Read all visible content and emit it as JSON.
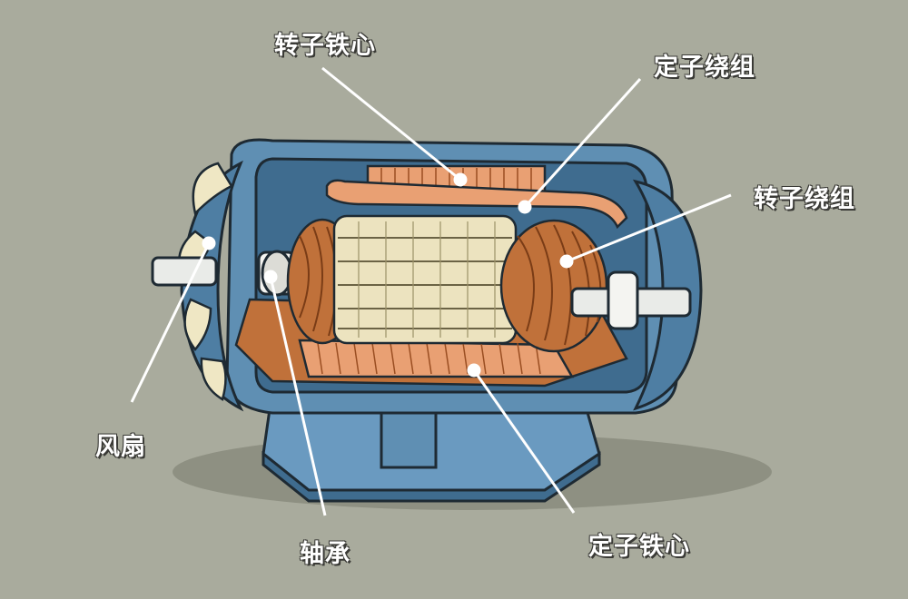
{
  "diagram": {
    "labels": {
      "rotor_core": "转子铁心",
      "stator_winding": "定子绕组",
      "rotor_winding": "转子绕组",
      "fan": "风扇",
      "bearing": "轴承",
      "stator_core": "定子铁心"
    },
    "colors": {
      "background": "#a9ab9d",
      "housing": "#5f8fb3",
      "housing_dark": "#3f6c8f",
      "copper": "#c0713a",
      "copper_light": "#e9a073",
      "rotor_core": "#ece3bf",
      "fan_blade": "#efe7c4",
      "leader_line": "#ffffff"
    }
  }
}
